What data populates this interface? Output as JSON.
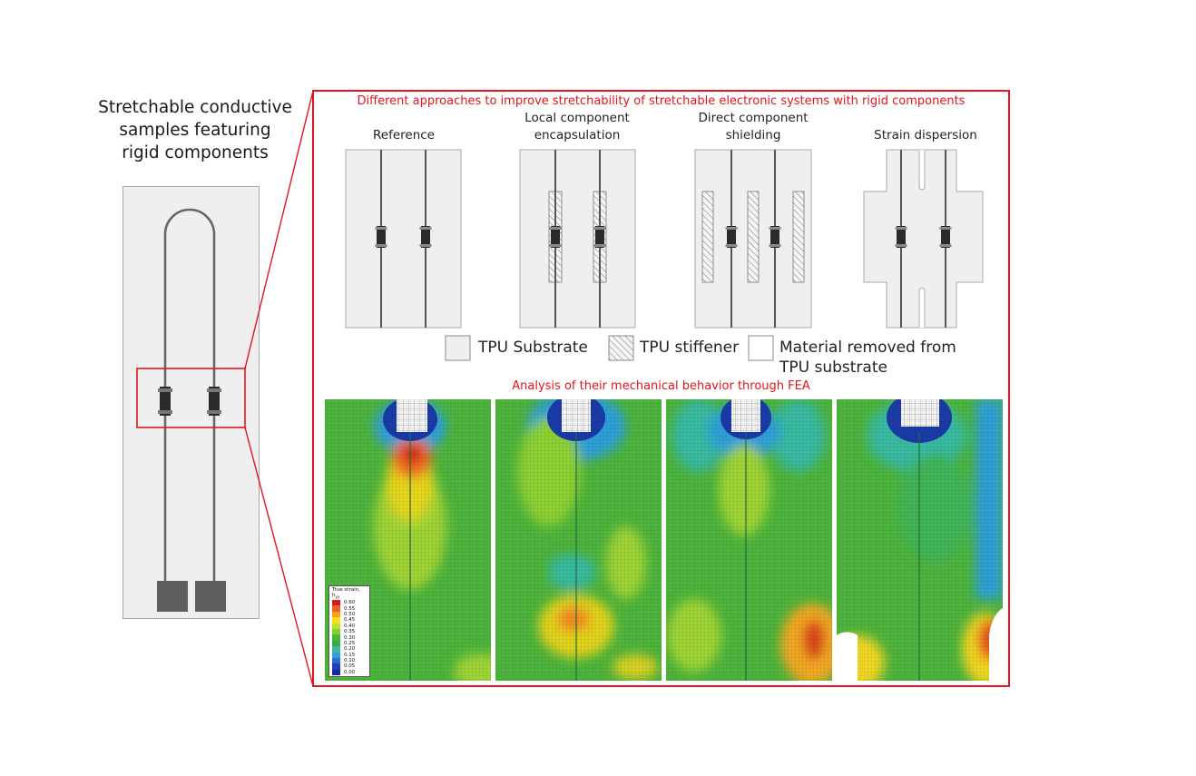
{
  "left_panel": {
    "title_lines": [
      "Stretchable conductive",
      "samples featuring",
      "rigid components"
    ]
  },
  "main_panel": {
    "heading": "Different approaches to improve stretchability of stretchable electronic systems with rigid components",
    "approaches": [
      {
        "lines": [
          "Reference"
        ]
      },
      {
        "lines": [
          "Local component",
          "encapsulation"
        ]
      },
      {
        "lines": [
          "Direct component",
          "shielding"
        ]
      },
      {
        "lines": [
          "Strain dispersion"
        ]
      }
    ],
    "legend": {
      "substrate": "TPU Substrate",
      "stiffener": "TPU stiffener",
      "removed_lines": [
        "Material removed from",
        "TPU substrate"
      ]
    },
    "fea_heading": "Analysis of their mechanical behavior through FEA",
    "colorbar": {
      "title_line1": "True strain,",
      "title_line2": "h",
      "title_sub": "yy",
      "values": [
        "0.60",
        "0.55",
        "0.50",
        "0.45",
        "0.40",
        "0.35",
        "0.30",
        "0.25",
        "0.20",
        "0.15",
        "0.10",
        "0.05",
        "0.00"
      ],
      "colors": [
        "#d7191c",
        "#f06026",
        "#f7a11a",
        "#f5e11b",
        "#bde02a",
        "#82d12f",
        "#4cba36",
        "#3aa84a",
        "#39b9a0",
        "#2f9fd6",
        "#2a6cd2",
        "#1f3fbf",
        "#142a9e"
      ]
    }
  },
  "colors": {
    "accent_red": "#e3141d",
    "substrate": "#efefef",
    "component": "#2a2a2a"
  }
}
